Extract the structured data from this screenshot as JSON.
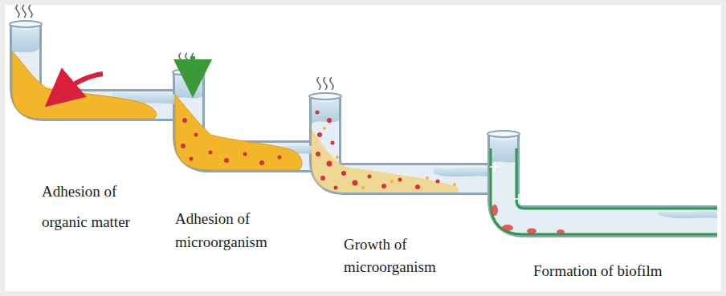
{
  "diagram": {
    "labels": [
      "Adhesion of organic matter",
      "Adhesion of microorganism",
      "Growth of microorganism",
      "Formation of biofilm"
    ]
  }
}
